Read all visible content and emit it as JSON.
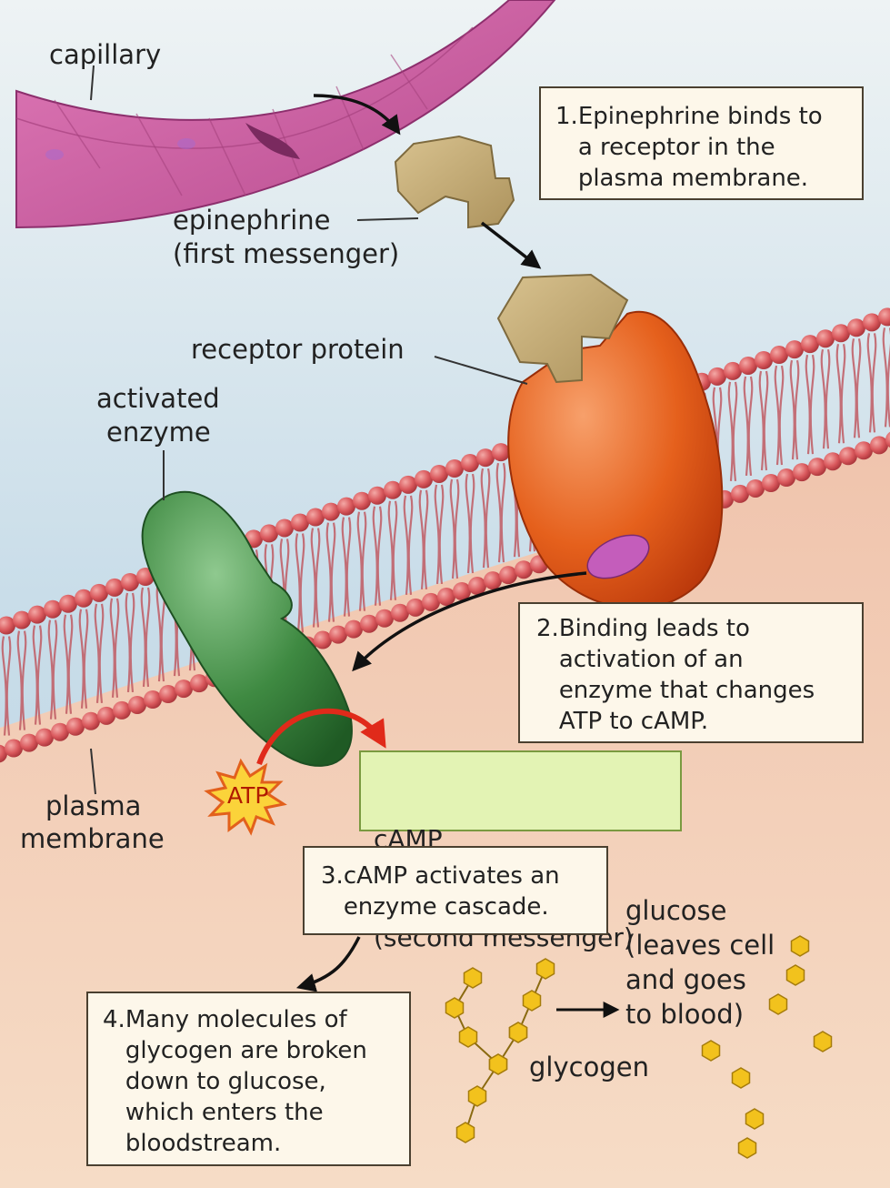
{
  "labels": {
    "capillary": "capillary",
    "epinephrine_line1": "epinephrine",
    "epinephrine_line2": "(first messenger)",
    "receptor_protein": "receptor protein",
    "activated_line1": "activated",
    "activated_line2": "enzyme",
    "plasma_line1": "plasma",
    "plasma_line2": "membrane",
    "atp": "ATP",
    "camp_line1": "cAMP",
    "camp_line2": "(second messenger)",
    "glucose_line1": "glucose",
    "glucose_line2": "(leaves cell",
    "glucose_line3": "and goes",
    "glucose_line4": "to blood)",
    "glycogen": "glycogen"
  },
  "steps": [
    {
      "number": "1.",
      "lines": [
        "Epinephrine binds to",
        "a receptor in the",
        "plasma membrane."
      ]
    },
    {
      "number": "2.",
      "lines": [
        "Binding leads to",
        "activation of an",
        "enzyme that changes",
        "ATP to cAMP."
      ]
    },
    {
      "number": "3.",
      "lines": [
        "cAMP activates an",
        "enzyme cascade."
      ]
    },
    {
      "number": "4.",
      "lines": [
        "Many molecules of",
        "glycogen are broken",
        "down to glucose,",
        "which enters the",
        "bloodstream."
      ]
    }
  ],
  "colors": {
    "extracellular": "#cfe1ec",
    "cytoplasm": "#f3d5bd",
    "membrane_head": "#d9585c",
    "capillary": "#c9589b",
    "epinephrine": "#c6ad78",
    "receptor": "#e5601c",
    "enzyme": "#3f8a42",
    "glucose": "#f2c21d",
    "camp_box": "#e3f3b4",
    "step_box": "#fdf7ea"
  }
}
